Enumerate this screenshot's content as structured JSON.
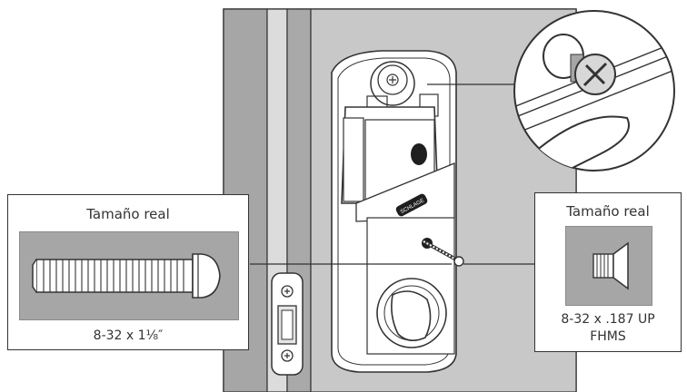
{
  "left_callout": {
    "title": "Tamaño real",
    "spec": "8-32 x 1⅛″"
  },
  "right_callout": {
    "title": "Tamaño real",
    "spec_line1": "8-32 x .187 UP",
    "spec_line2": "FHMS"
  },
  "lock_brand": "SCHLAGE",
  "colors": {
    "door": "#c8c8c8",
    "jamb": "#a6a6a6",
    "outline": "#333333",
    "swatch": "#a6a6a6"
  },
  "icons": [
    "long-screw-icon",
    "short-screw-icon",
    "magnifier-detail-icon"
  ]
}
